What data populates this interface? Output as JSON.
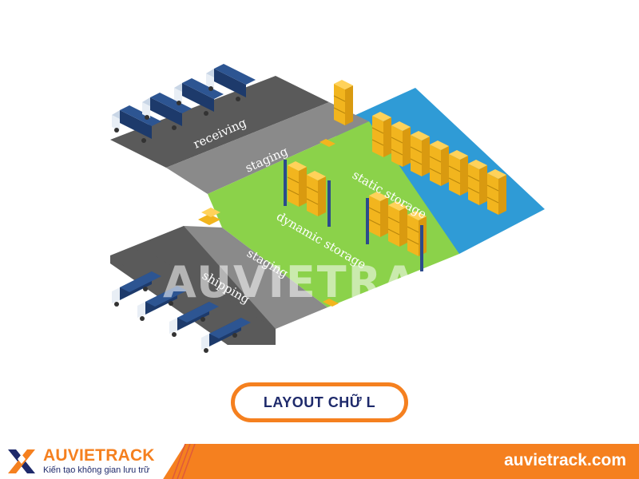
{
  "diagram": {
    "zones": {
      "receiving": "receiving",
      "staging_top": "staging",
      "static_storage": "static storage",
      "dynamic_storage": "dynamic storage",
      "staging_bottom": "staging",
      "shipping": "shipping"
    },
    "watermark": "AUVIETRACK",
    "colors": {
      "lane_dark": "#5a5a5a",
      "lane_light": "#8a8a8a",
      "static_zone": "#2f9bd6",
      "dynamic_zone": "#8bd24a",
      "racking": "#f2b51e",
      "rack_frame": "#2b4b8c",
      "truck": "#1d3a6b"
    }
  },
  "layout_label": "LAYOUT CHỮ L",
  "footer": {
    "brand_name": "AUVIETRACK",
    "tagline": "Kiến tạo không gian lưu trữ",
    "url": "auvietrack.com",
    "accent": "#f5801f",
    "navy": "#1e2a6b"
  }
}
